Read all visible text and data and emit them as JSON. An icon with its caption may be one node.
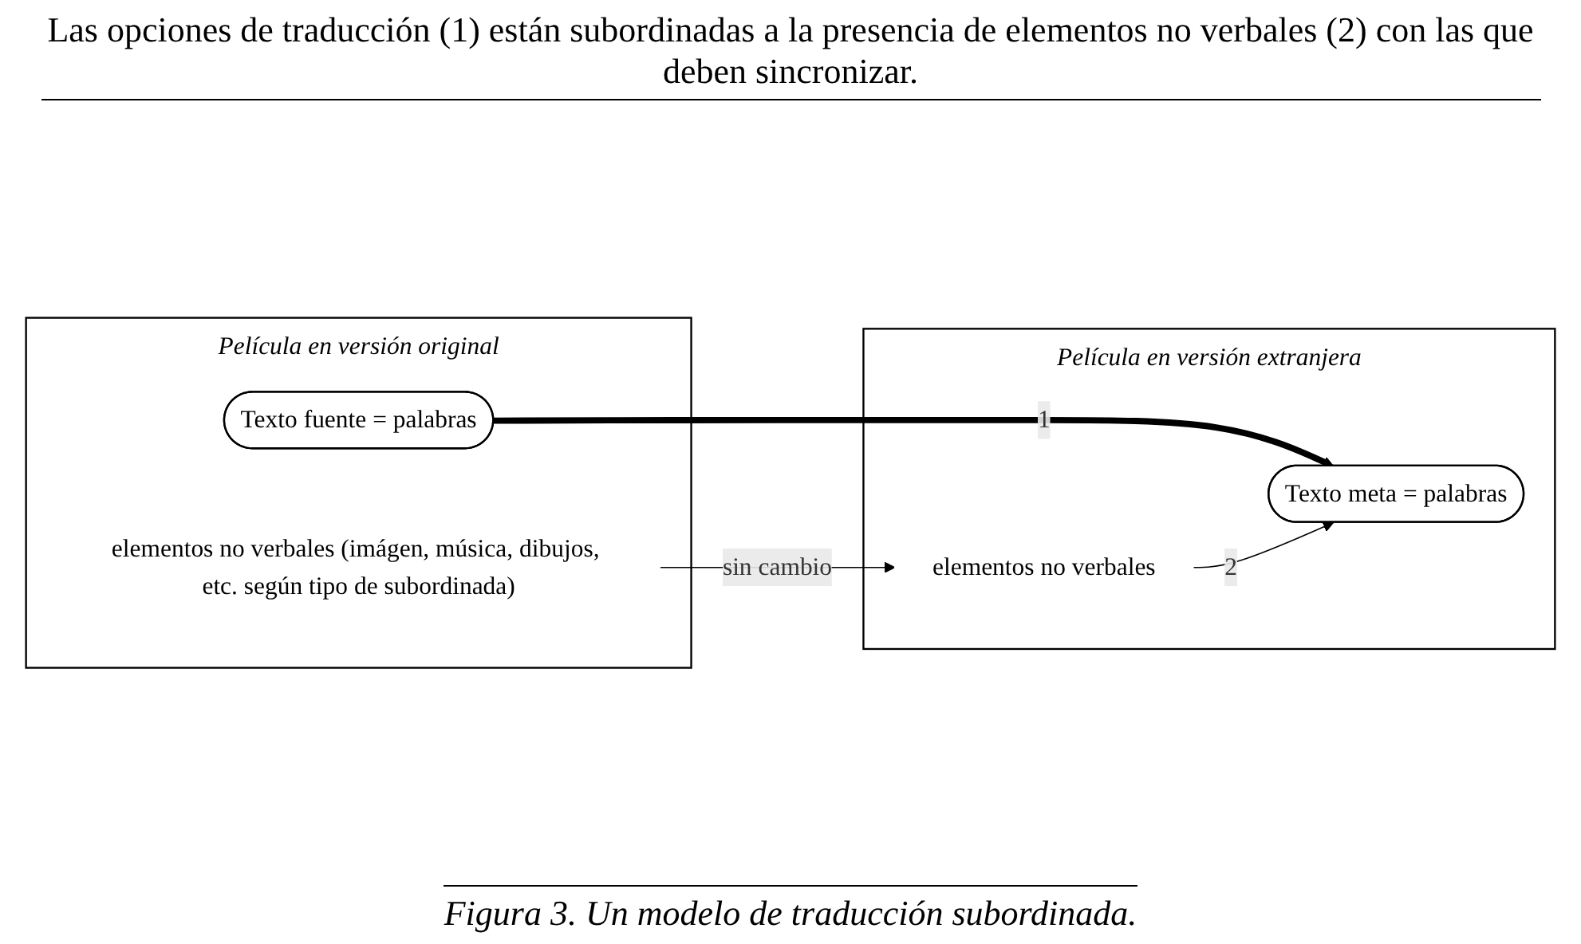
{
  "diagram": {
    "title": "Las opciones de traducción (1) están subordinadas a la presencia de elementos no verbales (2) con las que deben sincronizar.",
    "caption": "Figura 3. Un modelo de traducción subordinada.",
    "nodes": [
      {
        "text": [
          "Película en versión original"
        ]
      },
      {
        "text": [
          "elementos no verbales (imágen, música, dibujos, etc. según tipo de subordinada)"
        ],
        "in": 0
      },
      {
        "text": [
          "Texto fuente = palabras"
        ],
        "in": 0
      },
      {
        "text": [
          "Película en versión extranjera"
        ]
      },
      {
        "text": [
          "elementos no verbales"
        ],
        "in": 3
      },
      {
        "text": [
          "Texto meta = palabras"
        ],
        "in": 3
      }
    ],
    "edges": [
      {
        "from": 1,
        "to": 4,
        "arrow": "to",
        "label": "sin cambio"
      },
      {
        "from": 2,
        "to": 5,
        "arrow": "to",
        "label": "1",
        "style": "thick"
      },
      {
        "from": 4,
        "to": 5,
        "arrow": "to",
        "label": "2"
      }
    ]
  }
}
